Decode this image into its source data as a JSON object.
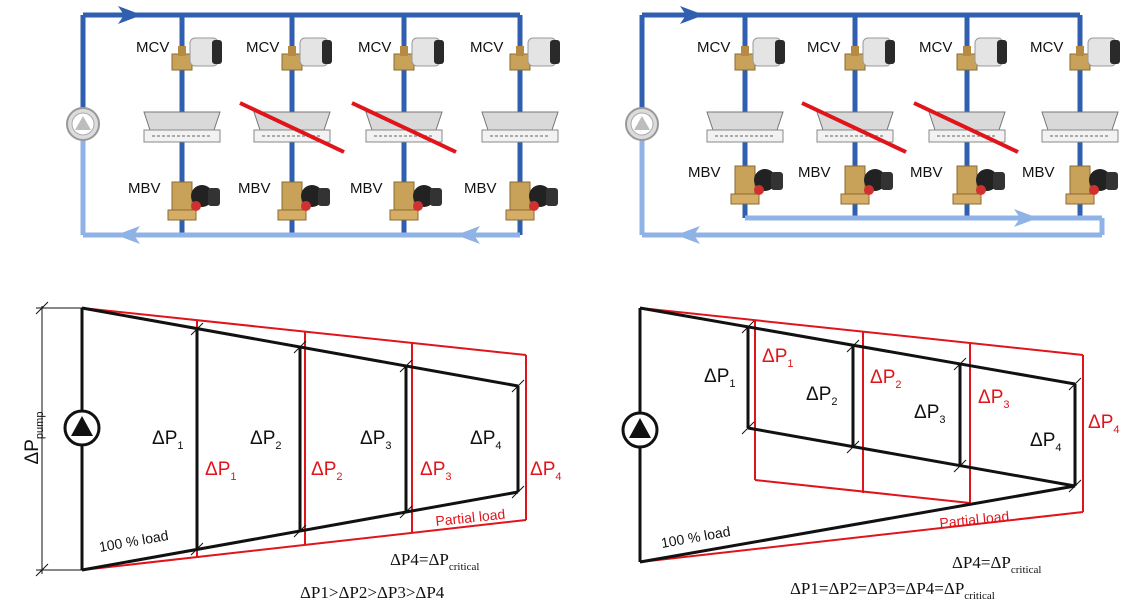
{
  "labels": {
    "mcv": "MCV",
    "mbv": "MBV",
    "delta": "ΔP",
    "p1": "1",
    "p2": "2",
    "p3": "3",
    "p4": "4",
    "pump_sub": "pump",
    "full_load": "100 % load",
    "partial_load": "Partial load"
  },
  "left_equations": {
    "line1_prefix": "ΔP4=ΔP",
    "line1_sub": "critical",
    "line2": "ΔP1>ΔP2>ΔP3>ΔP4"
  },
  "right_equations": {
    "line1_prefix": "ΔP4=ΔP",
    "line1_sub": "critical",
    "line2_prefix": "ΔP1=ΔP2=ΔP3=ΔP4=ΔP",
    "line2_sub": "critical"
  },
  "colors": {
    "supply_pipe": "#2f5fae",
    "return_pipe": "#8fb3e6",
    "black_line": "#111111",
    "red_line": "#e0141b",
    "brass": "#c9a25a"
  }
}
